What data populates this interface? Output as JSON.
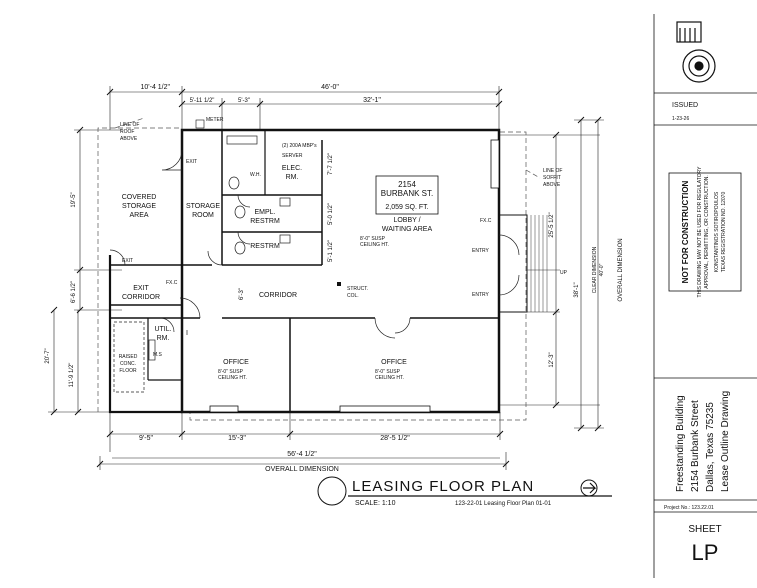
{
  "dimensions": {
    "top_total": "46'-0\"",
    "top_left": "10'-4 1/2\"",
    "top_d1": "5'-11 1/2\"",
    "top_d2": "5'-3\"",
    "top_d3": "32'-1\"",
    "left_upper": "19'-5\"",
    "left_mid": "6'-6 1/2\"",
    "left_lower": "11'-9 1/2\"",
    "left_total": "20'-7\"",
    "inner_a": "7'-7 1/2\"",
    "inner_b": "5'-0 1/2\"",
    "inner_c": "5'-1 1/2\"",
    "corridor_height": "6'-3\"",
    "right_upper": "25'-5 1/2\"",
    "right_lower": "12'-3\"",
    "right_total": "38'-1\"",
    "bottom_left": "9'-5\"",
    "bottom_mid": "15'-3\"",
    "bottom_right": "28'-5 1/2\"",
    "bottom_total": "56'-4 1/2\"",
    "overall_label": "OVERALL DIMENSION",
    "clear_label": "CLEAR DIMENSION",
    "clear_value": "40'-0\""
  },
  "rooms": {
    "address_line1": "2154",
    "address_line2": "BURBANK ST.",
    "area": "2,059 SQ. FT.",
    "lobby_line1": "LOBBY /",
    "lobby_line2": "WAITING AREA",
    "covered_line1": "COVERED",
    "covered_line2": "STORAGE",
    "covered_line3": "AREA",
    "storage_line1": "STORAGE",
    "storage_line2": "ROOM",
    "elec_line1": "ELEC.",
    "elec_line2": "RM.",
    "empl_line1": "EMPL.",
    "empl_line2": "RESTRM",
    "restrm": "RESTRM",
    "corridor": "CORRIDOR",
    "exit_corr_line1": "EXIT",
    "exit_corr_line2": "CORRIDOR",
    "util_line1": "UTIL.",
    "util_line2": "RM.",
    "raised_line1": "RAISED",
    "raised_line2": "CONC.",
    "raised_line3": "FLOOR",
    "office_left": "OFFICE",
    "office_right": "OFFICE"
  },
  "notes": {
    "meter": "METER",
    "mbps": "(2) 200A MBP's",
    "server": "SERVER",
    "wh": "W.H.",
    "roof_line1": "LINE OF",
    "roof_line2": "ROOF",
    "roof_line3": "ABOVE",
    "soffit_line1": "LINE OF",
    "soffit_line2": "SOFFIT",
    "soffit_line3": "ABOVE",
    "struct_line1": "STRUCT.",
    "struct_line2": "COL.",
    "exit": "EXIT",
    "entry": "ENTRY",
    "up": "UP",
    "fxc": "FX.C",
    "ms": "M.S",
    "ceiling_line1": "8'-0\" SUSP",
    "ceiling_line2": "CEILING HT."
  },
  "title_block": {
    "drawing_title": "LEASING FLOOR PLAN",
    "scale": "SCALE: 1:10",
    "sheet_ref": "123-22-01 Leasing Floor Plan 01-01",
    "issued_label": "ISSUED",
    "issued_date": "1-23-26",
    "nfc_title": "NOT FOR CONSTRUCTION",
    "nfc_line1": "THIS DRAWING MAY NOT BE USED FOR REGULATORY",
    "nfc_line2": "APPROVAL, PERMITTING, OR CONSTRUCTION.",
    "nfc_line3": "KONSTANTINOS SOTIROPOULOS",
    "nfc_line4": "TEXAS REGISTRATION NO. 12070",
    "project_line1": "Freestanding Building",
    "project_line2": "2154 Burbank Street",
    "project_line3": "Dallas, Texas 75235",
    "project_line4": "Lease Outline Drawing",
    "project_no": "Project No.: 123.22.01",
    "sheet_label": "SHEET",
    "sheet_id": "LP"
  }
}
